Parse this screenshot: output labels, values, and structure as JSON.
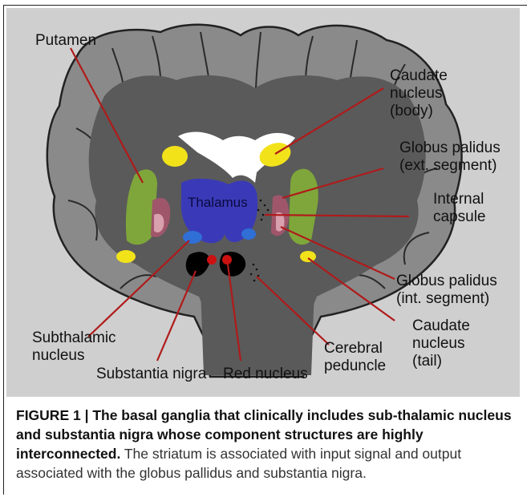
{
  "diagram": {
    "labels": {
      "putamen": "Putamen",
      "caudate_body": [
        "Caudate",
        "nucleus",
        "(body)"
      ],
      "gp_ext": [
        "Globus palidus",
        "(ext. segment)"
      ],
      "internal_capsule": [
        "Internal",
        "capsule"
      ],
      "thalamus": "Thalamus",
      "gp_int": [
        "Globus palidus",
        "(int. segment)"
      ],
      "caudate_tail": [
        "Caudate",
        "nucleus",
        "(tail)"
      ],
      "subthalamic": [
        "Subthalamic",
        "nucleus"
      ],
      "cerebral_peduncle": [
        "Cerebral",
        "peduncle"
      ],
      "substantia_nigra": "Substantia nigra",
      "red_nucleus": "Red nucleus"
    },
    "colors": {
      "background": "#c9c9c9",
      "cortex": "#8a8a8a",
      "white_matter": "#5a5a5a",
      "putamen": "#7fa63a",
      "caudate": "#f2e21a",
      "thalamus": "#3a3ab8",
      "globus_pallidus": "#a0566a",
      "globus_pallidus_inner": "#d9a0ad",
      "subthalamic": "#2f6fd6",
      "substantia_nigra": "#000000",
      "red_nucleus": "#cc1111",
      "pointer_line": "#b01a1a",
      "ventricles": "#ffffff"
    }
  },
  "caption": {
    "figure_label": "FIGURE 1 | ",
    "bold_text": "The basal ganglia that clinically includes sub-thalamic nucleus and substantia nigra whose component structures are highly interconnected.",
    "body_text": " The striatum is associated with input signal and output associated with the globus pallidus and substantia nigra."
  }
}
